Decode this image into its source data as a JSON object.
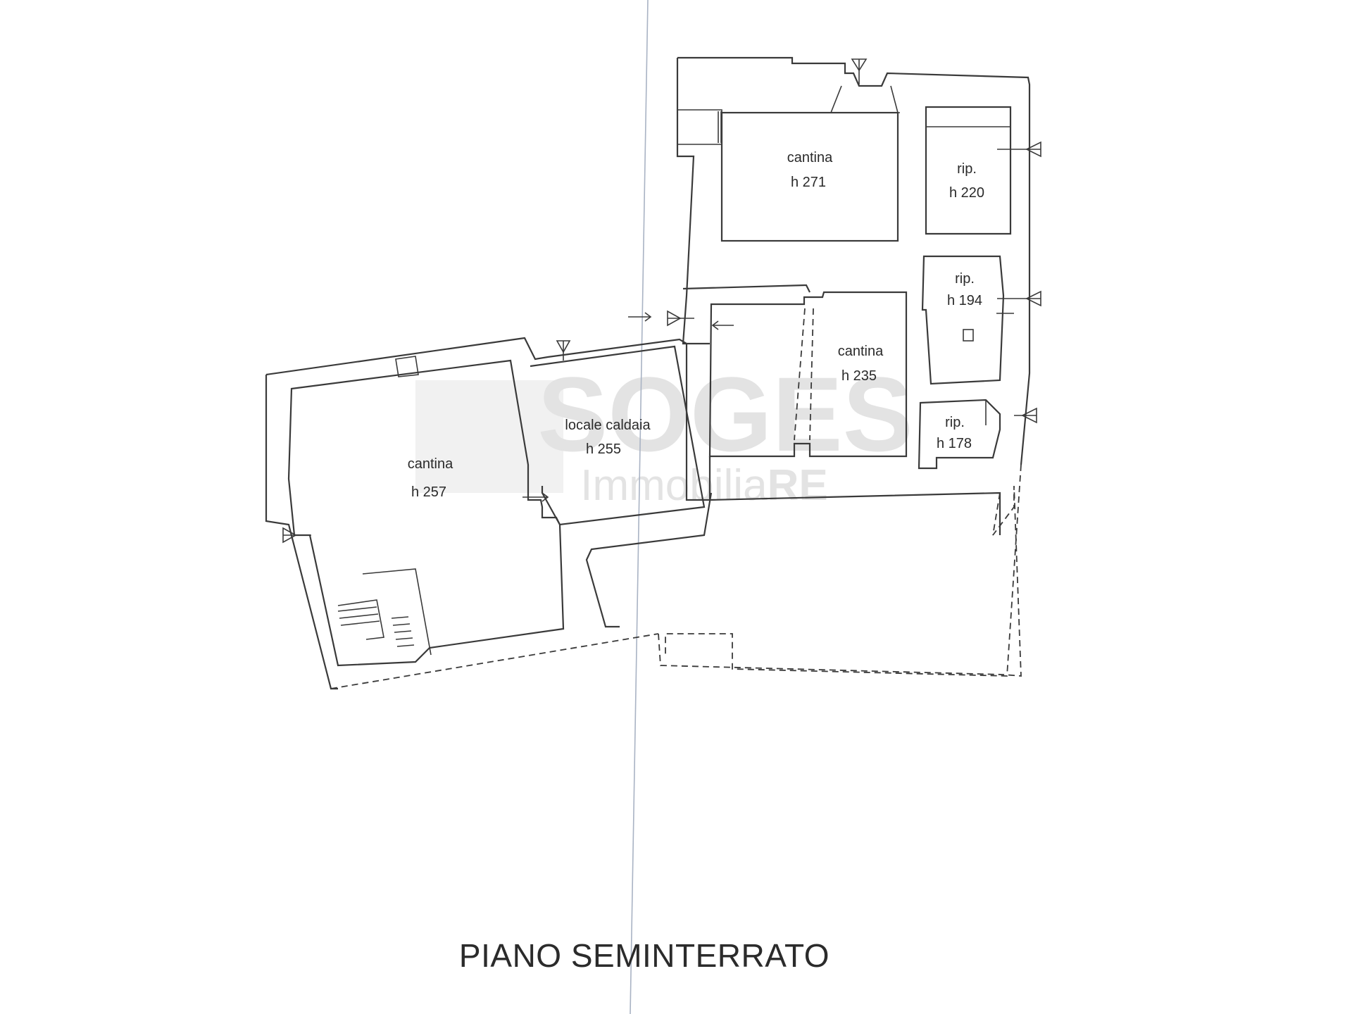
{
  "plan": {
    "title": "PIANO SEMINTERRATO",
    "watermark": {
      "brand": "SOGES",
      "sub_prefix": "Immobilia",
      "sub_suffix": "RE"
    },
    "rooms": [
      {
        "id": "cantina-271",
        "name": "cantina",
        "height": "h 271"
      },
      {
        "id": "rip-220",
        "name": "rip.",
        "height": "h 220"
      },
      {
        "id": "rip-194",
        "name": "rip.",
        "height": "h 194"
      },
      {
        "id": "cantina-235",
        "name": "cantina",
        "height": "h 235"
      },
      {
        "id": "rip-178",
        "name": "rip.",
        "height": "h 178"
      },
      {
        "id": "locale-caldaia",
        "name": "locale caldaia",
        "height": "h 255"
      },
      {
        "id": "cantina-257",
        "name": "cantina",
        "height": "h 257"
      }
    ],
    "colors": {
      "lines": "#3a3a3a",
      "text": "#2a2a2a",
      "fold": "#a9b3c4",
      "watermark": "#e3e3e3"
    }
  }
}
